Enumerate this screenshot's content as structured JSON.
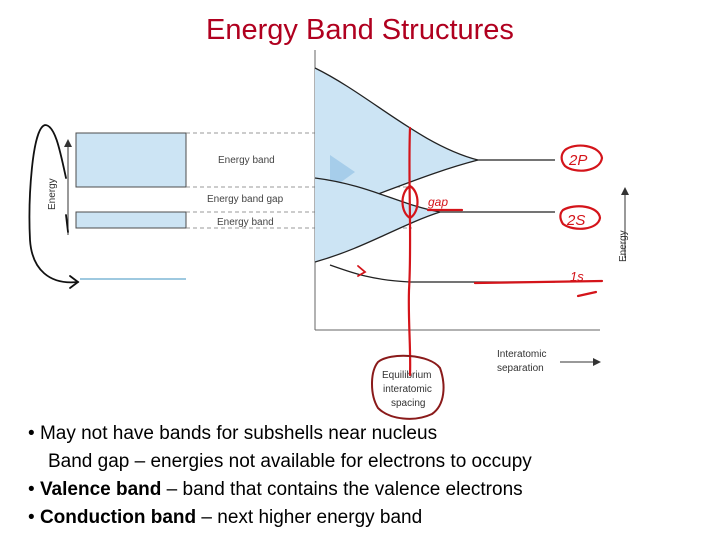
{
  "slide": {
    "title": "Energy Band Structures"
  },
  "diagram": {
    "left_panel": {
      "energy_axis_label": "Energy",
      "upper_band_label": "Energy band",
      "gap_label": "Energy band gap",
      "lower_band_label": "Energy band"
    },
    "right_panel": {
      "energy_axis_label": "Energy",
      "x_axis_label_line1": "Interatomic",
      "x_axis_label_line2": "separation",
      "equilibrium_line1": "Equilibrium",
      "equilibrium_line2": "interatomic",
      "equilibrium_line3": "spacing"
    },
    "handwritten_annotations": {
      "level_2p": "2P",
      "level_2s": "2S",
      "level_1s": "1s",
      "gap_note": "gap"
    },
    "colors": {
      "band_fill": "#cce4f4",
      "band_fill_dark": "#a6cdea",
      "annotation": "#d4141a",
      "title": "#b0001f"
    }
  },
  "bullets": [
    {
      "prefix": "• ",
      "bold": "",
      "text": "May not have bands for subshells near nucleus",
      "indent": false
    },
    {
      "prefix": "",
      "bold": "",
      "text": "Band gap – energies not available for electrons to occupy",
      "indent": true
    },
    {
      "prefix": "• ",
      "bold": "Valence band",
      "text": " – band that contains the valence electrons",
      "indent": false
    },
    {
      "prefix": "• ",
      "bold": "Conduction band",
      "text": " – next higher energy band",
      "indent": false
    }
  ]
}
